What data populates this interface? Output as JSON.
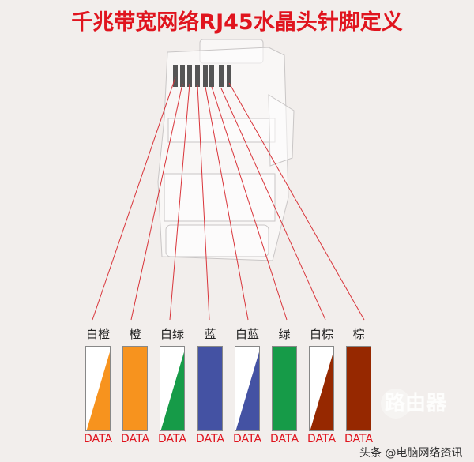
{
  "title": "千兆带宽网络RJ45水晶头针脚定义",
  "pins": [
    {
      "label": "白橙",
      "color": "#f7931e",
      "striped": true,
      "data": "DATA"
    },
    {
      "label": "橙",
      "color": "#f7931e",
      "striped": false,
      "data": "DATA"
    },
    {
      "label": "白绿",
      "color": "#169b48",
      "striped": true,
      "data": "DATA"
    },
    {
      "label": "蓝",
      "color": "#4452a3",
      "striped": false,
      "data": "DATA"
    },
    {
      "label": "白蓝",
      "color": "#4452a3",
      "striped": true,
      "data": "DATA"
    },
    {
      "label": "绿",
      "color": "#169b48",
      "striped": false,
      "data": "DATA"
    },
    {
      "label": "白棕",
      "color": "#962800",
      "striped": true,
      "data": "DATA"
    },
    {
      "label": "棕",
      "color": "#962800",
      "striped": false,
      "data": "DATA"
    }
  ],
  "line_color": "#d9343a",
  "watermark": {
    "logo": "路由器",
    "text": "头条 @电脑网络资讯"
  }
}
